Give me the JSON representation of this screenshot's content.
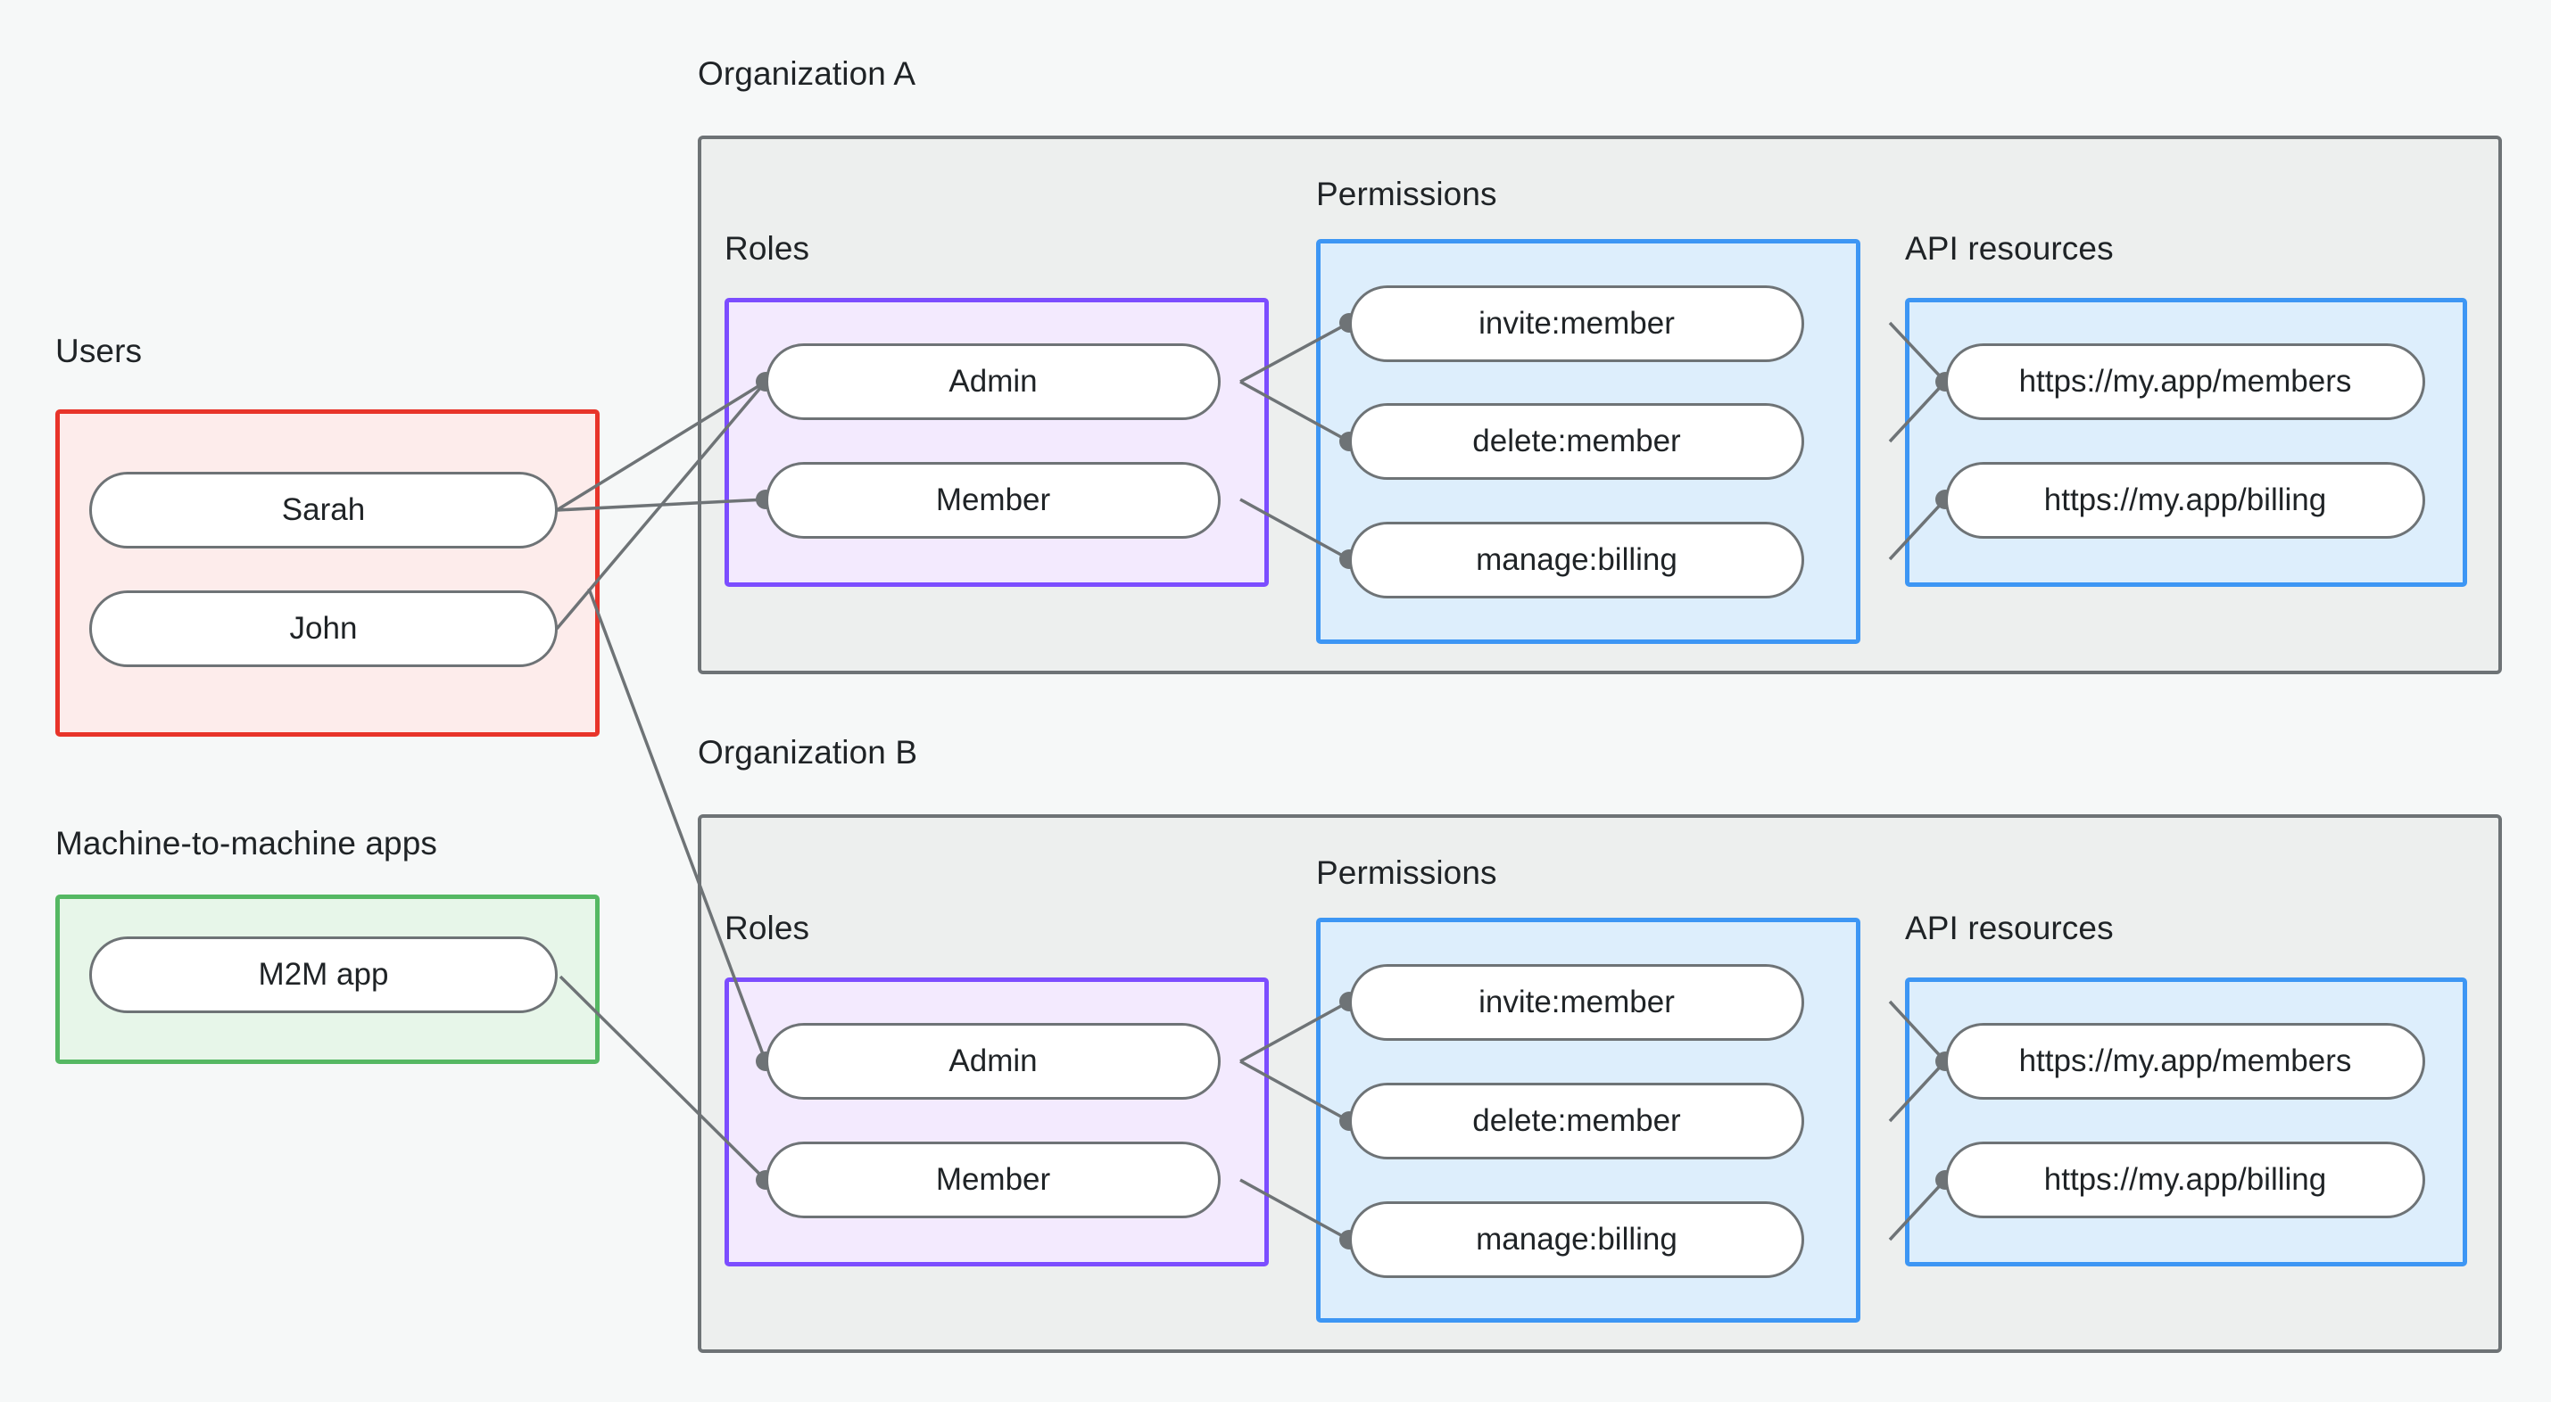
{
  "diagram": {
    "title_users": "Users",
    "title_m2m": "Machine-to-machine apps",
    "org_a_label": "Organization A",
    "org_b_label": "Organization B",
    "section_roles": "Roles",
    "section_permissions": "Permissions",
    "section_api_resources": "API resources"
  },
  "colors": {
    "page_background": "#f6f8f8",
    "org_container_fill": "#edefee",
    "org_container_stroke": "#6e7376",
    "users_fill": "#fdeceb",
    "users_stroke": "#e8342a",
    "m2m_fill": "#e7f6e9",
    "m2m_stroke": "#55b863",
    "roles_fill": "#f3eafe",
    "roles_stroke": "#7c4dff",
    "permissions_fill": "#ddeefc",
    "permissions_stroke": "#3d96f4",
    "api_fill": "#ddeefc",
    "api_stroke": "#3d96f4",
    "node_fill": "#ffffff",
    "node_stroke": "#6e7376",
    "edge_stroke": "#6e7376",
    "text": "#1f2326"
  },
  "users": {
    "label": "Users",
    "items": [
      {
        "label": "Sarah"
      },
      {
        "label": "John"
      }
    ]
  },
  "m2m": {
    "label": "Machine-to-machine apps",
    "items": [
      {
        "label": "M2M app"
      }
    ]
  },
  "org_a": {
    "label": "Organization A",
    "roles": {
      "label": "Roles",
      "items": [
        {
          "label": "Admin"
        },
        {
          "label": "Member"
        }
      ]
    },
    "permissions": {
      "label": "Permissions",
      "items": [
        {
          "label": "invite:member"
        },
        {
          "label": "delete:member"
        },
        {
          "label": "manage:billing"
        }
      ]
    },
    "api_resources": {
      "label": "API resources",
      "items": [
        {
          "label": "https://my.app/members"
        },
        {
          "label": "https://my.app/billing"
        }
      ]
    }
  },
  "org_b": {
    "label": "Organization B",
    "roles": {
      "label": "Roles",
      "items": [
        {
          "label": "Admin"
        },
        {
          "label": "Member"
        }
      ]
    },
    "permissions": {
      "label": "Permissions",
      "items": [
        {
          "label": "invite:member"
        },
        {
          "label": "delete:member"
        },
        {
          "label": "manage:billing"
        }
      ]
    },
    "api_resources": {
      "label": "API resources",
      "items": [
        {
          "label": "https://my.app/members"
        },
        {
          "label": "https://my.app/billing"
        }
      ]
    }
  },
  "connections": [
    {
      "from": "users.Sarah",
      "to": "org_a.roles.Member"
    },
    {
      "from": "users.Sarah",
      "to": "org_a.roles.Admin"
    },
    {
      "from": "users.John",
      "to": "org_a.roles.Admin"
    },
    {
      "from": "users.John",
      "to": "org_b.roles.Admin"
    },
    {
      "from": "m2m.M2M app",
      "to": "org_b.roles.Member"
    },
    {
      "from": "org_a.roles.Admin",
      "to": "org_a.permissions.invite:member"
    },
    {
      "from": "org_a.roles.Admin",
      "to": "org_a.permissions.delete:member"
    },
    {
      "from": "org_a.roles.Member",
      "to": "org_a.permissions.manage:billing"
    },
    {
      "from": "org_a.permissions.invite:member",
      "to": "org_a.api_resources.https://my.app/members"
    },
    {
      "from": "org_a.permissions.delete:member",
      "to": "org_a.api_resources.https://my.app/members"
    },
    {
      "from": "org_a.permissions.manage:billing",
      "to": "org_a.api_resources.https://my.app/billing"
    },
    {
      "from": "org_b.roles.Admin",
      "to": "org_b.permissions.invite:member"
    },
    {
      "from": "org_b.roles.Admin",
      "to": "org_b.permissions.delete:member"
    },
    {
      "from": "org_b.roles.Member",
      "to": "org_b.permissions.manage:billing"
    },
    {
      "from": "org_b.permissions.invite:member",
      "to": "org_b.api_resources.https://my.app/members"
    },
    {
      "from": "org_b.permissions.delete:member",
      "to": "org_b.api_resources.https://my.app/members"
    },
    {
      "from": "org_b.permissions.manage:billing",
      "to": "org_b.api_resources.https://my.app/billing"
    }
  ]
}
